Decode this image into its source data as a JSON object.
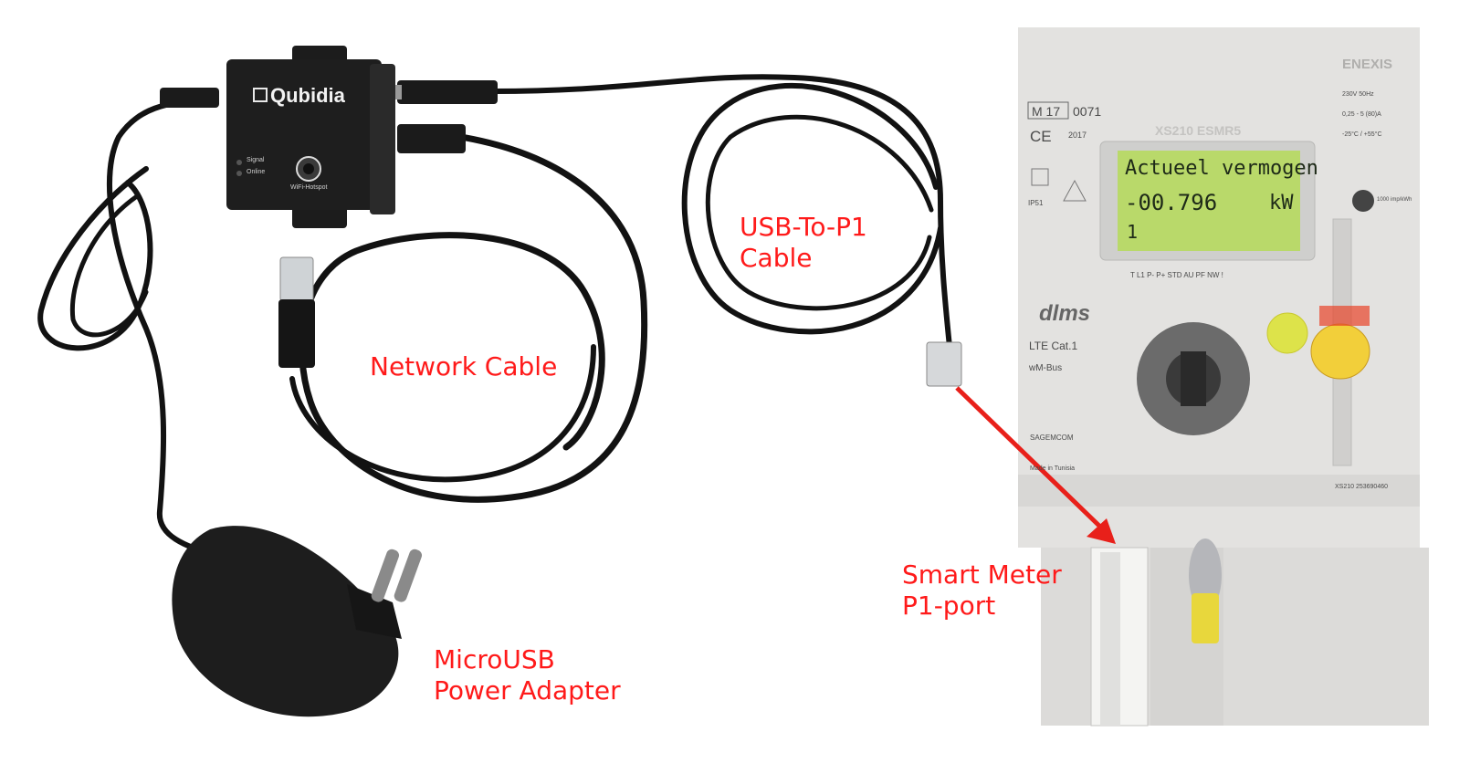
{
  "device": {
    "brand": "Qubidia",
    "led_signal": "Signal",
    "led_online": "Online",
    "button_label": "WiFi-Hotspot"
  },
  "labels": {
    "usb_to_p1_line1": "USB-To-P1",
    "usb_to_p1_line2": "Cable",
    "network_cable": "Network Cable",
    "smart_meter_line1": "Smart Meter",
    "smart_meter_line2": "P1-port",
    "power_line1": "MicroUSB",
    "power_line2": "Power Adapter"
  },
  "meter": {
    "brand": "ENEXIS",
    "model": "XS210 ESMR5",
    "lcd_line1": "Actueel vermogen",
    "lcd_value": "-00.796",
    "lcd_unit": "kW",
    "lcd_line3": "1",
    "approval_code": "M 17",
    "approval_num": "0071",
    "ce_mark": "CE",
    "year": "2017",
    "protocol": "dlms",
    "network": "LTE Cat.1",
    "bus": "wM-Bus",
    "manufacturer": "SAGEMCOM",
    "origin": "Made in Tunisia",
    "rating1": "230V 50Hz",
    "rating2": "0,25 - 5 (80)A",
    "rating3": "-25°C / +55°C",
    "ip_rating": "IP51",
    "pulse": "1000 imp/kWh",
    "serial": "XS210 253690460",
    "indicators": "T   L1      P- P+  STD  AU  PF   NW !"
  },
  "colors": {
    "label_red": "#ff1a1a",
    "arrow_red": "#e8201a",
    "lcd_green": "#b9d96a",
    "meter_body": "#e6e5e3"
  }
}
